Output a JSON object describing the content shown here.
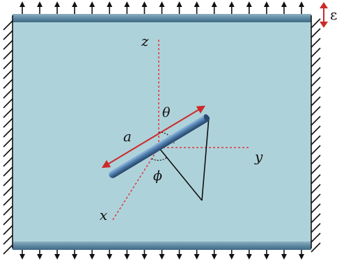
{
  "figure": {
    "labels": {
      "z": "z",
      "y": "y",
      "x": "x",
      "a": "a",
      "theta": "θ",
      "phi": "ϕ",
      "epsilon": "ε"
    },
    "arrows": {
      "top_count": 17,
      "bottom_count": 17
    },
    "colors": {
      "medium": "#aed2da",
      "bar": "#5e8aa3",
      "fiber": "#466f9a",
      "axis_dashed": "#e0353a",
      "dimension_arrow": "#cc2a2a",
      "hatch": "#111111"
    },
    "icons": {
      "fixed_support": "hatched-wall",
      "load": "arrow-up-down"
    }
  }
}
